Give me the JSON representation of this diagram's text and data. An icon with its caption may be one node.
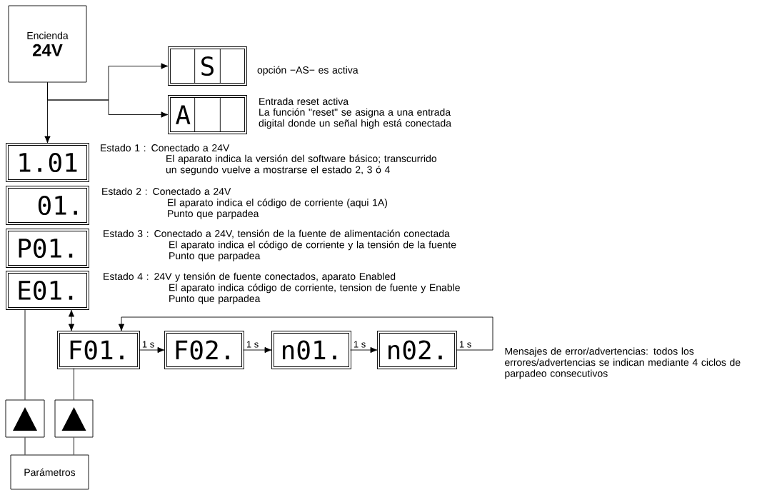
{
  "diagram": {
    "nodes": [
      {
        "text": [
          "Encienda",
          "24V"
        ]
      },
      {
        "text": [
          "S"
        ],
        "beside": [
          "opción −AS− es activa"
        ]
      },
      {
        "text": [
          "A"
        ],
        "beside": [
          "Entrada reset activa",
          "La función \"reset\" se asigna a una entrada digital donde un señal high está conectada"
        ]
      },
      {
        "text": [
          "1.01"
        ],
        "beside": [
          "Estado 1 : Conectado a 24V",
          "El aparato indica la versión del software básico; transcurrido un segundo vuelve a mostrarse el estado 2, 3 ó 4"
        ]
      },
      {
        "text": [
          "01."
        ],
        "beside": [
          "Estado 2 : Conectado a 24V",
          "El aparato indica el código de corriente (aqui 1A)",
          "Punto que parpadea"
        ]
      },
      {
        "text": [
          "P01."
        ],
        "beside": [
          "Estado 3 : Conectado a 24V, tensión de la fuente de alimentación conectada",
          "El aparato indica el código de corriente y la tensión de la fuente",
          "Punto que parpadea"
        ]
      },
      {
        "text": [
          "E01."
        ],
        "beside": [
          "Estado 4 : 24V y tensión de fuente conectados, aparato Enabled",
          "El aparato indica código de corriente, tension de fuente y Enable",
          "Punto que parpadea"
        ]
      },
      {
        "text": [
          "F01."
        ]
      },
      {
        "text": [
          "F02."
        ]
      },
      {
        "text": [
          "n01."
        ]
      },
      {
        "text": [
          "n02."
        ]
      },
      {
        "text": [],
        "shape": "box"
      },
      {
        "text": [],
        "shape": "box"
      },
      {
        "text": [
          "Parámetros"
        ]
      }
    ],
    "edges": [
      {
        "from": 0,
        "to": 1,
        "arrow": "to"
      },
      {
        "from": 0,
        "to": 2,
        "arrow": "to"
      },
      {
        "from": 0,
        "to": 3,
        "arrow": "to"
      },
      {
        "from": 6,
        "to": 7,
        "arrow": "both"
      },
      {
        "from": 7,
        "to": 8,
        "arrow": "to",
        "label": "1 s"
      },
      {
        "from": 8,
        "to": 9,
        "arrow": "to",
        "label": "1 s"
      },
      {
        "from": 9,
        "to": 10,
        "arrow": "to",
        "label": "1 s"
      },
      {
        "from": 10,
        "to": 7,
        "arrow": "to",
        "label": "1 s"
      },
      {
        "from": 6,
        "to": 11,
        "arrow": "none"
      },
      {
        "from": 7,
        "to": 12,
        "arrow": "none"
      },
      {
        "from": 11,
        "to": 13,
        "arrow": "none"
      },
      {
        "from": 12,
        "to": 13,
        "arrow": "none"
      }
    ],
    "labels": [
      "Mensajes de error/advertencias: todos los errores/advertencias se indican mediante 4 ciclos de parpadeo consecutivos"
    ]
  }
}
